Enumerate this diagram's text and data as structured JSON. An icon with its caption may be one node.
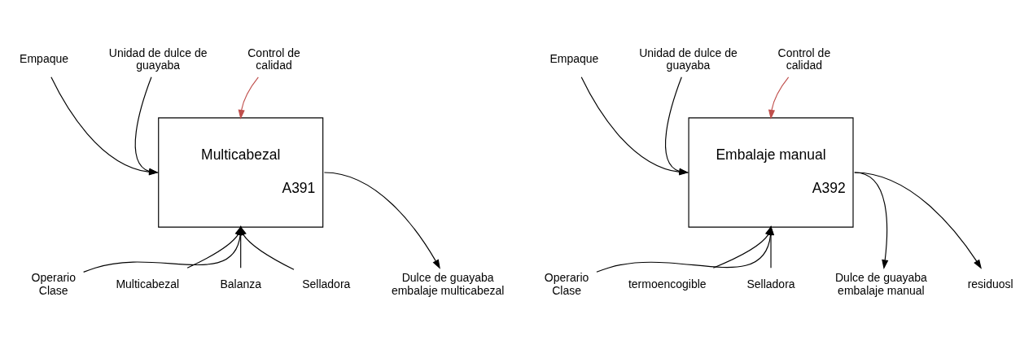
{
  "diagram": {
    "nodes": [
      {
        "text": [
          "Multicabezal",
          "A391"
        ]
      },
      {
        "text": [
          "Control de calidad"
        ]
      },
      {
        "text": [
          "Empaque"
        ]
      },
      {
        "text": [
          "Unidad de dulce de guayaba"
        ]
      },
      {
        "text": [
          "Operario Clase"
        ]
      },
      {
        "text": [
          "Multicabezal"
        ]
      },
      {
        "text": [
          "Balanza"
        ]
      },
      {
        "text": [
          "Selladora"
        ]
      },
      {
        "text": [
          "Dulce de guayaba embalaje multicabezal"
        ]
      },
      {
        "text": [
          "Embalaje manual",
          "A392"
        ]
      },
      {
        "text": [
          "Control de calidad"
        ]
      },
      {
        "text": [
          "Empaque"
        ]
      },
      {
        "text": [
          "Unidad de dulce de guayaba"
        ]
      },
      {
        "text": [
          "Operario Clase"
        ]
      },
      {
        "text": [
          "termoencogible"
        ]
      },
      {
        "text": [
          "Selladora"
        ]
      },
      {
        "text": [
          "Dulce de guayaba embalaje manual"
        ]
      },
      {
        "text": [
          "residuosl"
        ]
      }
    ],
    "edges": [
      {
        "from": 1,
        "to": 0,
        "arrow": "to",
        "color": "#c0504d"
      },
      {
        "from": 2,
        "to": 0,
        "arrow": "to"
      },
      {
        "from": 3,
        "to": 0,
        "arrow": "to"
      },
      {
        "from": 4,
        "to": 0,
        "arrow": "to"
      },
      {
        "from": 5,
        "to": 0,
        "arrow": "to"
      },
      {
        "from": 6,
        "to": 0,
        "arrow": "to"
      },
      {
        "from": 7,
        "to": 0,
        "arrow": "to"
      },
      {
        "from": 0,
        "to": 8,
        "arrow": "to"
      },
      {
        "from": 10,
        "to": 9,
        "arrow": "to",
        "color": "#c0504d"
      },
      {
        "from": 11,
        "to": 9,
        "arrow": "to"
      },
      {
        "from": 12,
        "to": 9,
        "arrow": "to"
      },
      {
        "from": 13,
        "to": 9,
        "arrow": "to"
      },
      {
        "from": 14,
        "to": 9,
        "arrow": "to"
      },
      {
        "from": 15,
        "to": 9,
        "arrow": "to"
      },
      {
        "from": 9,
        "to": 16,
        "arrow": "to"
      },
      {
        "from": 9,
        "to": 17,
        "arrow": "to"
      }
    ]
  }
}
